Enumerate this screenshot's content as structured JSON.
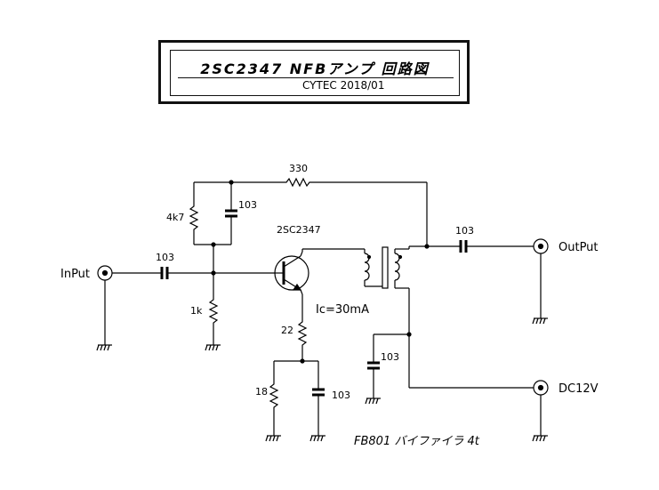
{
  "title": {
    "main": "2SC2347 NFBアンプ 回路図",
    "subtitle": "CYTEC 2018/01"
  },
  "labels": {
    "feedback_resistor": "330",
    "bias_resistor_top": "4k7",
    "bias_cap_top": "103",
    "input_cap": "103",
    "bias_resistor_bottom": "1k",
    "transistor": "2SC2347",
    "collector_current": "Ic=30mA",
    "emitter_resistor": "22",
    "emitter_resistor_2": "18",
    "emitter_cap": "103",
    "supply_cap": "103",
    "output_cap": "103",
    "transformer": "FB801 バイファイラ 4t"
  },
  "ports": {
    "input": "InPut",
    "output": "OutPut",
    "power": "DC12V"
  },
  "colors": {
    "line": "#000000",
    "background": "#ffffff"
  }
}
